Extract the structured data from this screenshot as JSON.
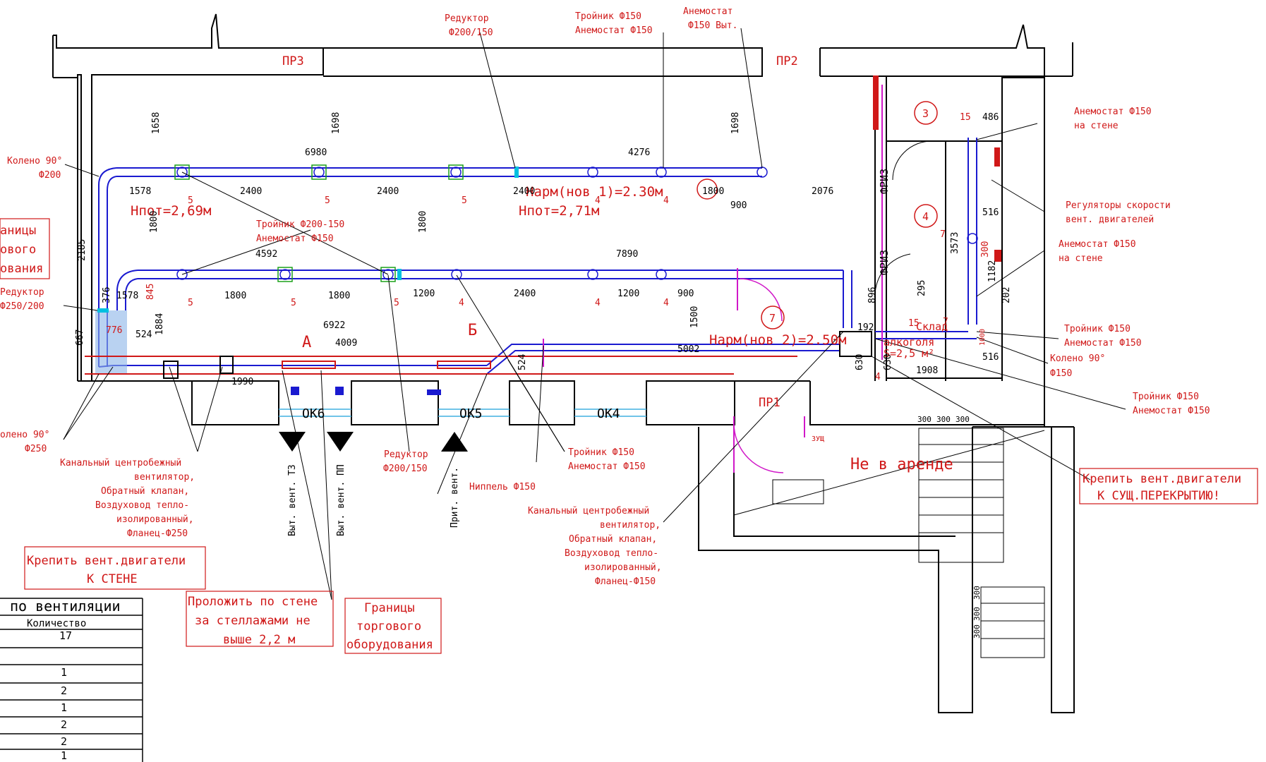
{
  "colors": {
    "wall": "#000000",
    "duct": "#1a1ad0",
    "red": "#d01818",
    "magenta": "#d018c8",
    "cyan": "#00c0e0",
    "green": "#1aa01a"
  },
  "openings": {
    "pr3": "ПР3",
    "pr2": "ПР2",
    "pr1": "ПР1",
    "ok6": "ОК6",
    "ok5": "ОК5",
    "ok4": "ОК4"
  },
  "rooms": {
    "r3": "3",
    "r4": "4",
    "r7": "7",
    "friz1": "ФРИЗ",
    "friz2": "ФРИЗ",
    "sklad": "Склад",
    "alkogol": "алкоголя",
    "area": "S=2,5 м²",
    "ne_v_arende": "Не в аренде"
  },
  "heights": {
    "h1": "Нпот=2,69м",
    "h2": "Нпот=2,71м",
    "harm1": "Нарм(нов 1)=2.30м",
    "harm2": "Нарм(нов 2)=2.50м"
  },
  "sections": {
    "a": "А",
    "b": "Б"
  },
  "dims": {
    "d1658": "1658",
    "d1698a": "1698",
    "d1698b": "1698",
    "d6980": "6980",
    "d4276": "4276",
    "d1578a": "1578",
    "d2400a": "2400",
    "d2400b": "2400",
    "d2400c": "2400",
    "d1800a": "1800",
    "d2076": "2076",
    "d900a": "900",
    "d1800v1": "1800",
    "d1800v2": "1800",
    "d4592": "4592",
    "d7890": "7890",
    "d2185": "2185",
    "d1578b": "1578",
    "d1800b": "1800",
    "d1800c": "1800",
    "d1200a": "1200",
    "d2400d": "2400",
    "d1200b": "1200",
    "d900b": "900",
    "d845": "845",
    "d376": "376",
    "d667": "667",
    "d776": "776",
    "d524a": "524",
    "d1884": "1884",
    "d6922": "6922",
    "d4009": "4009",
    "d5002": "5002",
    "d1990": "1990",
    "d524b": "524",
    "d1500": "1500",
    "d630a": "630",
    "d630b": "630",
    "d1908": "1908",
    "d896": "896",
    "d192": "192",
    "d295": "295",
    "d486": "486",
    "d516a": "516",
    "d516b": "516",
    "d3573": "3573",
    "d300a": "300",
    "d1182": "1182",
    "d202": "202",
    "d1000": "1000",
    "d15a": "15",
    "d15b": "15",
    "d7a": "7",
    "d7b": "7",
    "d5a": "5",
    "d5b": "5",
    "d5c": "5",
    "d5d": "5",
    "d5e": "5",
    "d5f": "5",
    "d4a": "4",
    "d4b": "4",
    "d4c": "4",
    "d4d": "4",
    "d4e": "4",
    "d4f": "4",
    "d300b": "300",
    "d300c": "300",
    "d300d": "300",
    "d300e": "300",
    "d300f": "300",
    "d300g": "300"
  },
  "callouts": {
    "reductor1_a": "Редуктор",
    "reductor1_b": "Ф200/150",
    "troynik150_a": "Тройник Ф150",
    "troynik150_b": "Анемостат Ф150",
    "anemostat_vyt_a": "Анемостат",
    "anemostat_vyt_b": "Ф150 Выт.",
    "koleno200_a": "Колено 90°",
    "koleno200_b": "Ф200",
    "granitsy_left_a": "аницы",
    "granitsy_left_b": "ового",
    "granitsy_left_c": "ования",
    "troynik200_a": "Тройник Ф200-150",
    "troynik200_b": "Анемостат Ф150",
    "reductor250_a": "Редуктор",
    "reductor250_b": "Ф250/200",
    "koleno250_a": "олено 90°",
    "koleno250_b": "Ф250",
    "kanal1_a": "Канальный центробежный",
    "kanal1_b": "вентилятор,",
    "kanal1_c": "Обратный клапан,",
    "kanal1_d": "Воздуховод тепло-",
    "kanal1_e": "изолированный,",
    "kanal1_f": "Фланец-Ф250",
    "krepit_stene_a": "Крепить вент.двигатели",
    "krepit_stene_b": "К СТЕНЕ",
    "vyt_t3": "Выт. вент. Т3",
    "vyt_pp": "Выт. вент. ПП",
    "prit": "Прит. вент.",
    "prolozhit_a": "Проложить по стене",
    "prolozhit_b": "за стеллажами не",
    "prolozhit_c": "выше 2,2 м",
    "granitsy_a": "Границы",
    "granitsy_b": "торгового",
    "granitsy_c": "оборудования",
    "reductor2_a": "Редуктор",
    "reductor2_b": "Ф200/150",
    "nippel": "Ниппель Ф150",
    "troynik_mid_a": "Тройник Ф150",
    "troynik_mid_b": "Анемостат Ф150",
    "kanal2_a": "Канальный центробежный",
    "kanal2_b": "вентилятор,",
    "kanal2_c": "Обратный клапан,",
    "kanal2_d": "Воздуховод тепло-",
    "kanal2_e": "изолированный,",
    "kanal2_f": "Фланец-Ф150",
    "anem_stene1_a": "Анемостат Ф150",
    "anem_stene1_b": "на стене",
    "regul_a": "Регуляторы скорости",
    "regul_b": "вент. двигателей",
    "anem_stene2_a": "Анемостат Ф150",
    "anem_stene2_b": "на стене",
    "troynik_r1_a": "Тройник Ф150",
    "troynik_r1_b": "Анемостат Ф150",
    "koleno150_a": "Колено 90°",
    "koleno150_b": "Ф150",
    "troynik_r2_a": "Тройник Ф150",
    "troynik_r2_b": "Анемостат Ф150",
    "krepit_sush_a": "Крепить вент.двигатели",
    "krepit_sush_b": "К СУЩ.ПЕРЕКРЫТИЮ!",
    "ruch": "ЗУЩ"
  },
  "table": {
    "title": "по вентиляции",
    "header": "Количество",
    "rows": [
      "17",
      "",
      "1",
      "2",
      "1",
      "2",
      "2",
      "1"
    ]
  }
}
